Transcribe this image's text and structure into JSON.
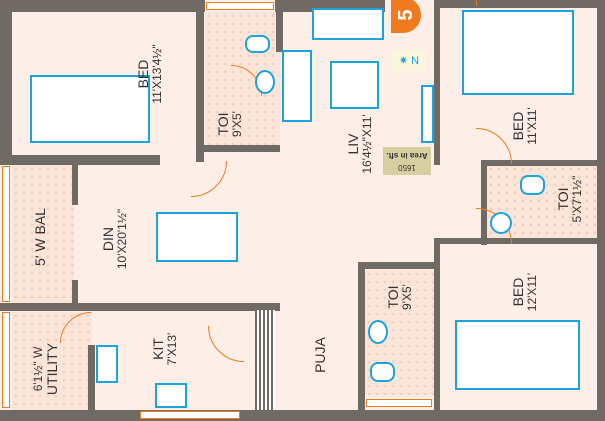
{
  "unit_number": "5",
  "area": {
    "label": "Area in sft.",
    "value": "1650"
  },
  "north": {
    "icon": "compass-icon",
    "label": "N"
  },
  "rooms": {
    "bed1": {
      "name": "BED",
      "size": "11'X13'4½\""
    },
    "toi1": {
      "name": "TOI",
      "size": "9'X5'"
    },
    "liv": {
      "name": "LIV",
      "size": "16'4½\"X11'"
    },
    "bed2": {
      "name": "BED",
      "size": "11'X11'"
    },
    "toi2": {
      "name": "TOI",
      "size": "5'X7'1½\""
    },
    "bal": {
      "name": "5' W BAL"
    },
    "din": {
      "name": "DIN",
      "size": "10'X20'1½\""
    },
    "toi3": {
      "name": "TOI",
      "size": "9'X5'"
    },
    "bed3": {
      "name": "BED",
      "size": "12'X11'"
    },
    "utility": {
      "name": "UTILITY",
      "size": "6'1½\" W"
    },
    "kit": {
      "name": "KIT",
      "size": "7'X13'"
    },
    "puja": {
      "name": "PUJA"
    }
  },
  "colors": {
    "wall": "#6f6a63",
    "floor": "#fdeee7",
    "furniture": "#1aa3dd",
    "door": "#f07b1e"
  }
}
